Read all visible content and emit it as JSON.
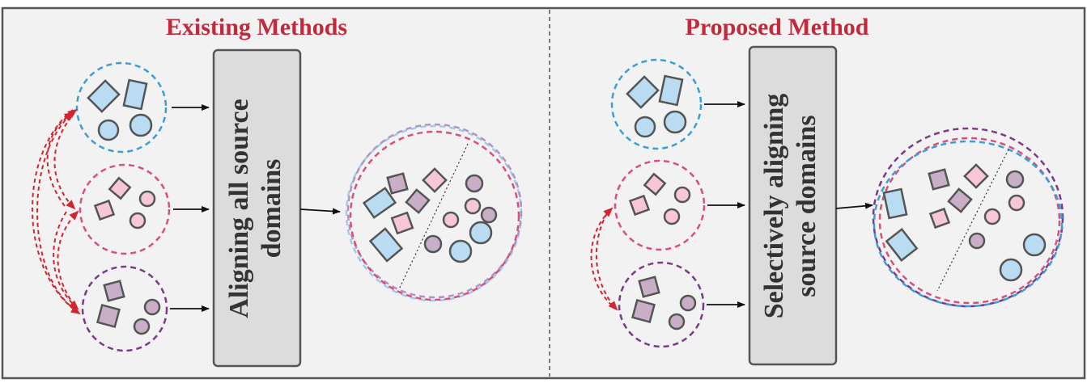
{
  "panels": {
    "existing": {
      "title": "Existing Methods",
      "box_label_line1": "Aligning all source",
      "box_label_line2": "domains"
    },
    "proposed": {
      "title": "Proposed Method",
      "box_label_line1": "Selectively aligning",
      "box_label_line2": "source domains"
    }
  },
  "colors": {
    "title": "#c22a3c",
    "domain_blue": "#3a9fd8",
    "domain_pink": "#d9507a",
    "domain_purple": "#7b3a8c",
    "fill_blue": "#b9dcf2",
    "fill_pink": "#f7c7d6",
    "fill_purple": "#c9aec8",
    "red_arrow": "#d0262f"
  }
}
